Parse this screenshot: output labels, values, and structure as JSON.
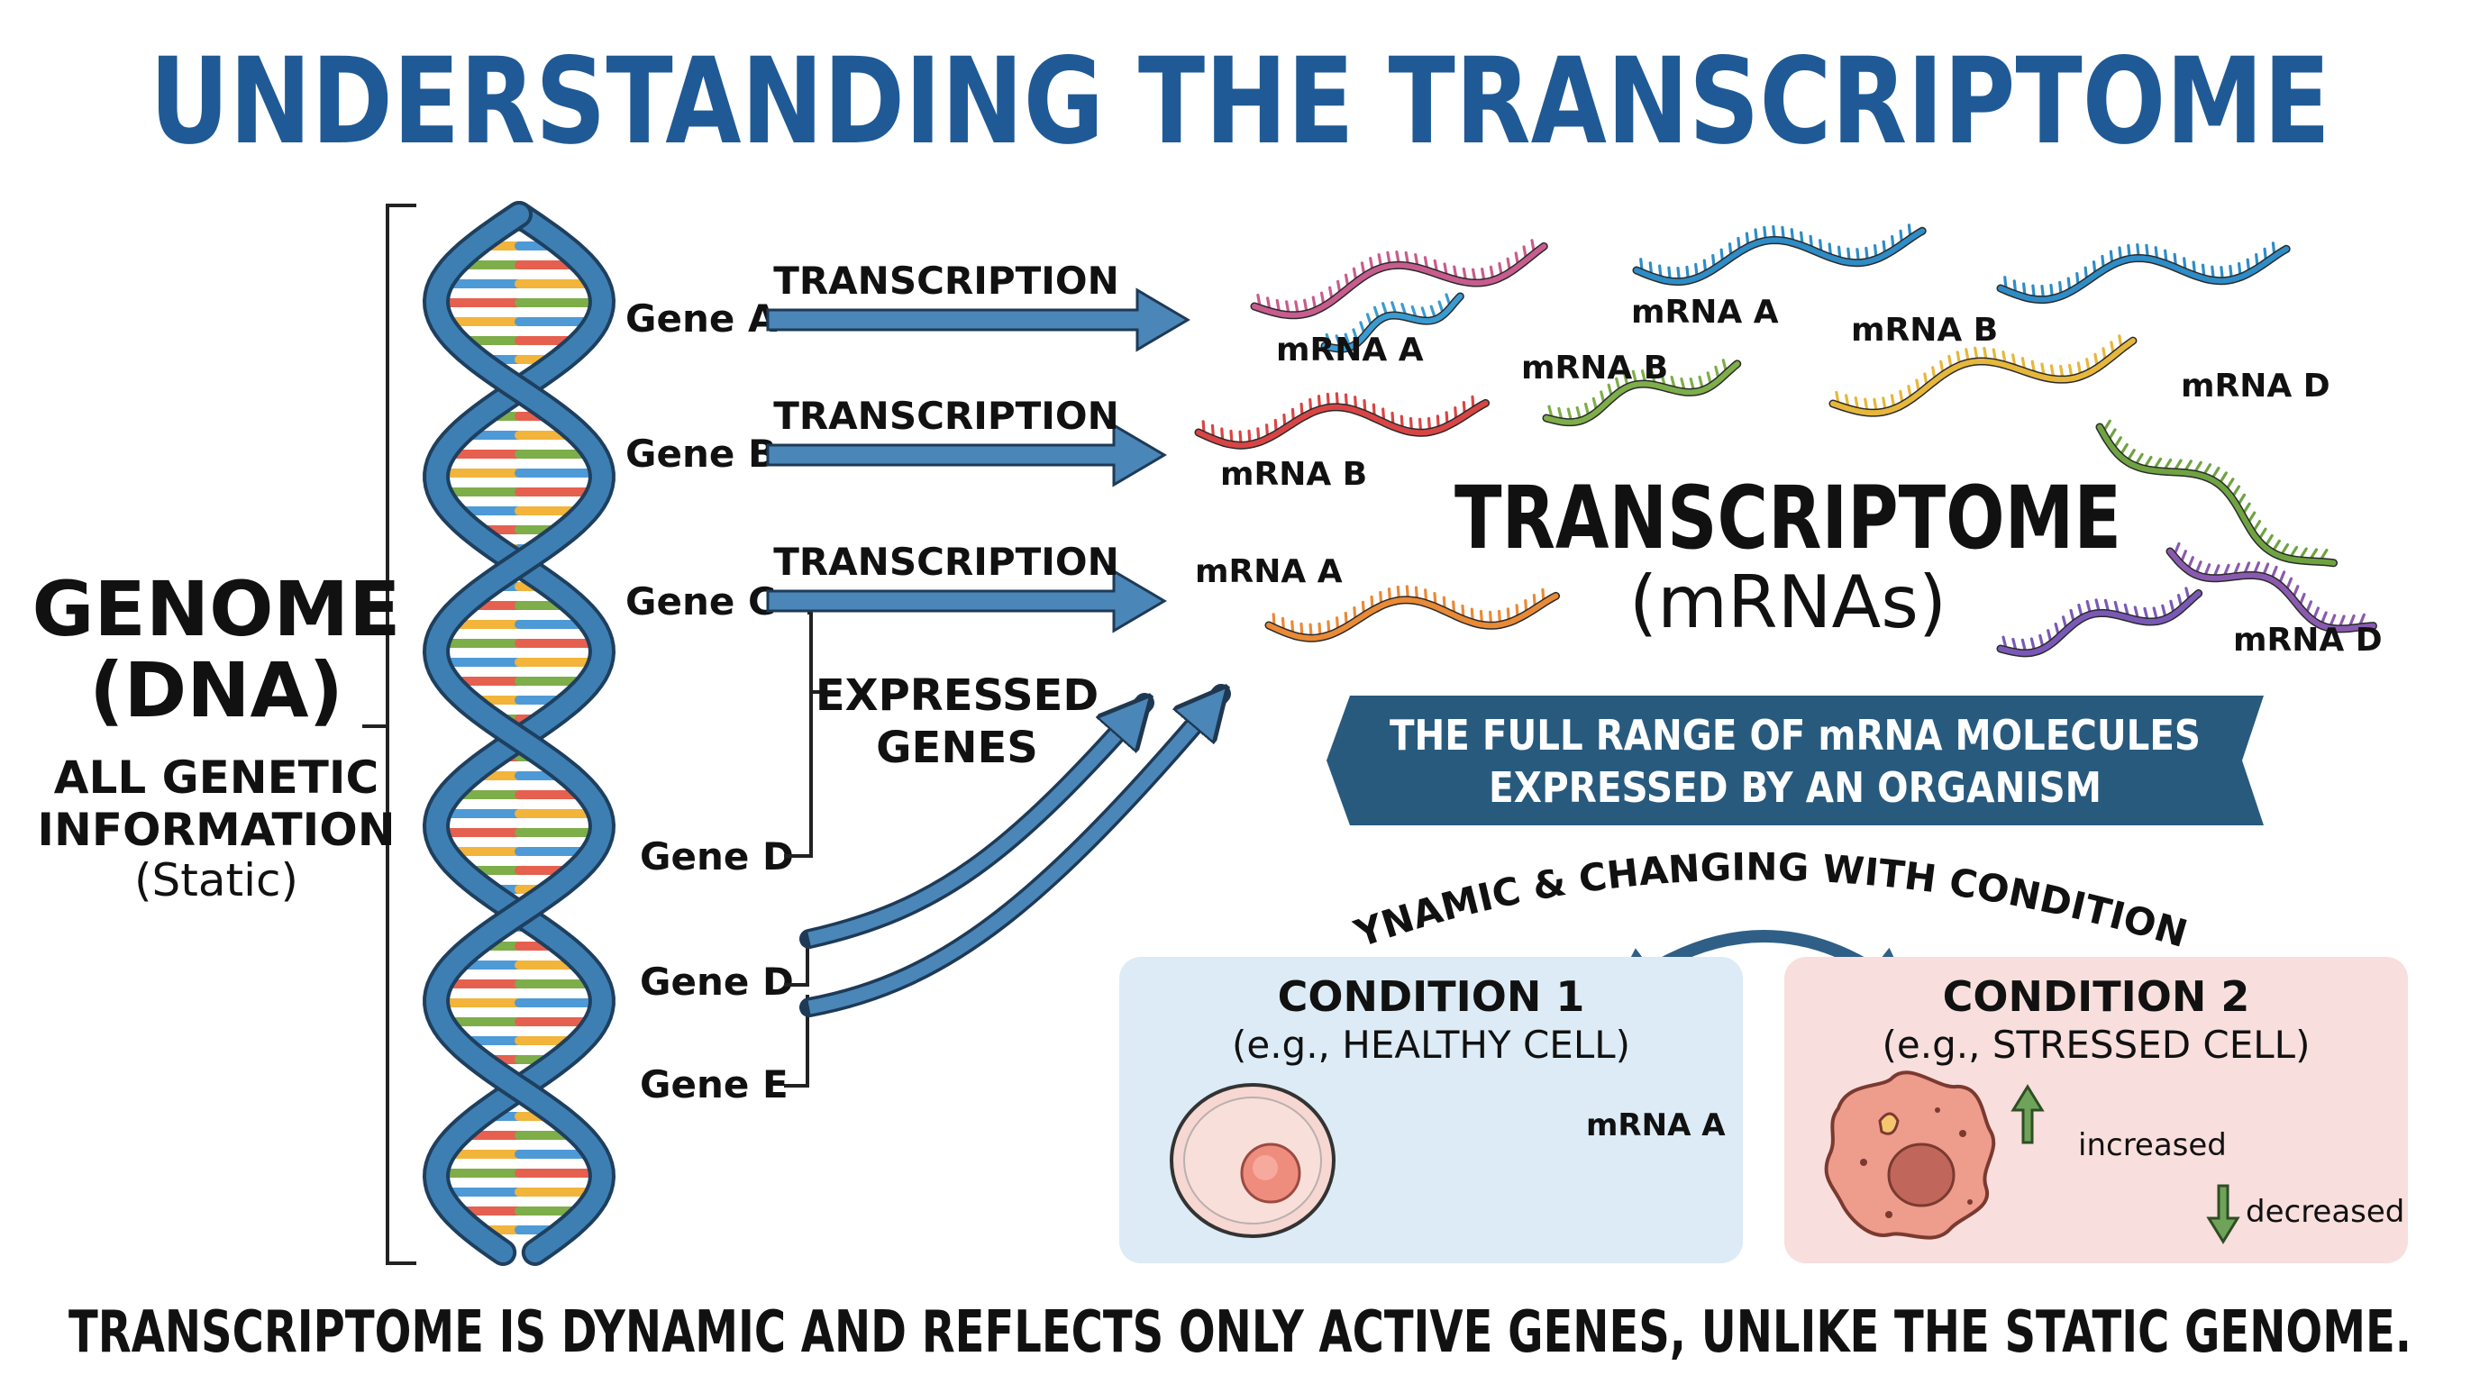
{
  "title": "UNDERSTANDING THE TRANSCRIPTOME",
  "genome": {
    "title": "GENOME",
    "subtitle": "(DNA)",
    "desc_line1": "ALL GENETIC",
    "desc_line2": "INFORMATION",
    "desc_line3": "(Static)"
  },
  "genes": {
    "a": "Gene A",
    "b": "Gene B",
    "c": "Gene C",
    "d1": "Gene D",
    "d2": "Gene D",
    "e": "Gene E"
  },
  "arrows": {
    "transcription": "TRANSCRIPTION",
    "expressed_line1": "EXPRESSED",
    "expressed_line2": "GENES"
  },
  "transcriptome": {
    "title": "TRANSCRIPTOME",
    "subtitle": "(mRNAs)",
    "banner_line1": "THE FULL RANGE OF mRNA MOLECULES",
    "banner_line2": "EXPRESSED BY AN ORGANISM"
  },
  "mrna_labels": {
    "a1": "mRNA A",
    "b1": "mRNA B",
    "a2": "mRNA A",
    "b2": "mRNA B",
    "a3": "mRNA A",
    "b3": "mRNA B",
    "d1": "mRNA D",
    "d2": "mRNA D"
  },
  "conditions": {
    "curve_label": "DYNAMIC & CHANGING WITH CONDITIONS",
    "c1_title": "CONDITION 1",
    "c1_sub": "(e.g., HEALTHY CELL)",
    "c1_mrna": "mRNA A",
    "c2_title": "CONDITION 2",
    "c2_sub": "(e.g., STRESSED CELL)",
    "increased": "increased",
    "decreased": "decreased"
  },
  "footer": "TRANSCRIPTOME IS DYNAMIC AND REFLECTS ONLY ACTIVE GENES, UNLIKE THE STATIC GENOME.",
  "colors": {
    "title_blue": "#1F5A96",
    "dna_blue": "#3E7FB3",
    "arrow_blue": "#4A86B8",
    "banner_navy": "#285A7E",
    "cond1_bg": "#DCEBF5",
    "cond2_bg": "#F8DEDC"
  }
}
